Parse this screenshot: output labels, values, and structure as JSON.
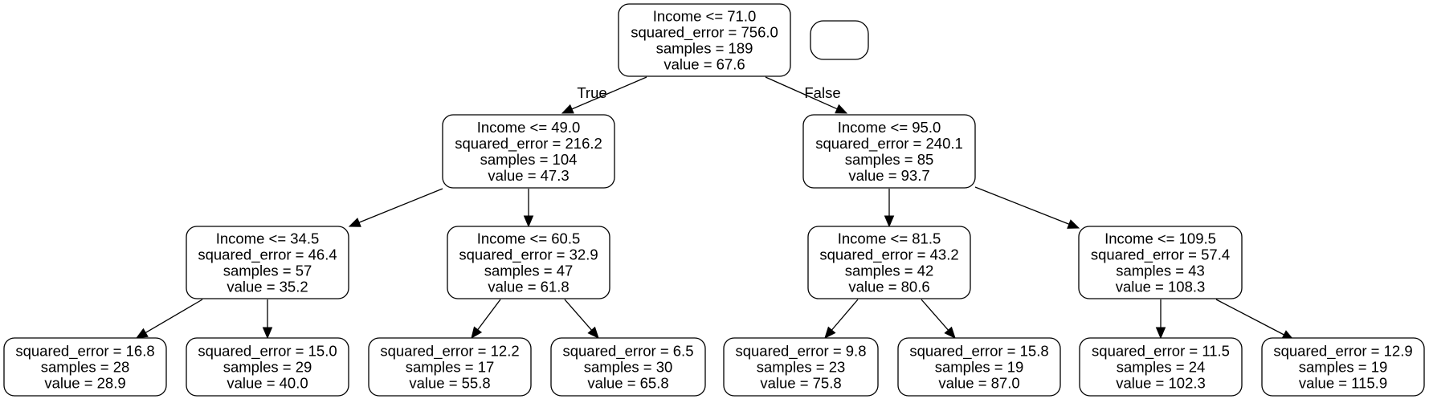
{
  "diagram": {
    "type": "decision-tree",
    "nodes": [
      {
        "id": "n0",
        "lines": [
          "Income <= 71.0",
          "squared_error = 756.0",
          "samples = 189",
          "value = 67.6"
        ]
      },
      {
        "id": "legend",
        "lines": []
      },
      {
        "id": "n1",
        "lines": [
          "Income <= 49.0",
          "squared_error = 216.2",
          "samples = 104",
          "value = 47.3"
        ]
      },
      {
        "id": "n2",
        "lines": [
          "Income <= 95.0",
          "squared_error = 240.1",
          "samples = 85",
          "value = 93.7"
        ]
      },
      {
        "id": "n3",
        "lines": [
          "Income <= 34.5",
          "squared_error = 46.4",
          "samples = 57",
          "value = 35.2"
        ]
      },
      {
        "id": "n4",
        "lines": [
          "Income <= 60.5",
          "squared_error = 32.9",
          "samples = 47",
          "value = 61.8"
        ]
      },
      {
        "id": "n5",
        "lines": [
          "Income <= 81.5",
          "squared_error = 43.2",
          "samples = 42",
          "value = 80.6"
        ]
      },
      {
        "id": "n6",
        "lines": [
          "Income <= 109.5",
          "squared_error = 57.4",
          "samples = 43",
          "value = 108.3"
        ]
      },
      {
        "id": "n7",
        "lines": [
          "squared_error = 16.8",
          "samples = 28",
          "value = 28.9"
        ]
      },
      {
        "id": "n8",
        "lines": [
          "squared_error = 15.0",
          "samples = 29",
          "value = 40.0"
        ]
      },
      {
        "id": "n9",
        "lines": [
          "squared_error = 12.2",
          "samples = 17",
          "value = 55.8"
        ]
      },
      {
        "id": "n10",
        "lines": [
          "squared_error = 6.5",
          "samples = 30",
          "value = 65.8"
        ]
      },
      {
        "id": "n11",
        "lines": [
          "squared_error = 9.8",
          "samples = 23",
          "value = 75.8"
        ]
      },
      {
        "id": "n12",
        "lines": [
          "squared_error = 15.8",
          "samples = 19",
          "value = 87.0"
        ]
      },
      {
        "id": "n13",
        "lines": [
          "squared_error = 11.5",
          "samples = 24",
          "value = 102.3"
        ]
      },
      {
        "id": "n14",
        "lines": [
          "squared_error = 12.9",
          "samples = 19",
          "value = 115.9"
        ]
      }
    ],
    "edges": [
      {
        "from": "n0",
        "to": "n1",
        "label": "True"
      },
      {
        "from": "n0",
        "to": "n2",
        "label": "False"
      },
      {
        "from": "n1",
        "to": "n3",
        "label": ""
      },
      {
        "from": "n1",
        "to": "n4",
        "label": ""
      },
      {
        "from": "n2",
        "to": "n5",
        "label": ""
      },
      {
        "from": "n2",
        "to": "n6",
        "label": ""
      },
      {
        "from": "n3",
        "to": "n7",
        "label": ""
      },
      {
        "from": "n3",
        "to": "n8",
        "label": ""
      },
      {
        "from": "n4",
        "to": "n9",
        "label": ""
      },
      {
        "from": "n4",
        "to": "n10",
        "label": ""
      },
      {
        "from": "n5",
        "to": "n11",
        "label": ""
      },
      {
        "from": "n5",
        "to": "n12",
        "label": ""
      },
      {
        "from": "n6",
        "to": "n13",
        "label": ""
      },
      {
        "from": "n6",
        "to": "n14",
        "label": ""
      }
    ]
  }
}
